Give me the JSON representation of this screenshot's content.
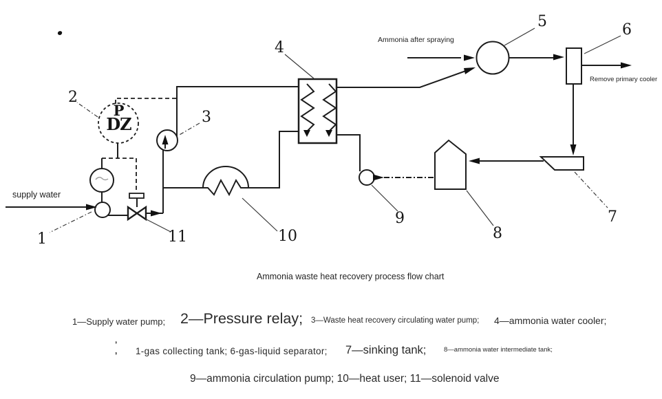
{
  "figure": {
    "caption": "Ammonia waste heat recovery process flow chart",
    "annotations": {
      "supply_water": "supply water",
      "ammonia_after_spraying": "Ammonia after spraying",
      "remove_primary_cooler": "Remove primary cooler"
    },
    "pressure_relay_text": {
      "line1": "P",
      "line2": "DZ"
    },
    "part_numbers": {
      "n1": "1",
      "n2": "2",
      "n3": "3",
      "n4": "4",
      "n5": "5",
      "n6": "6",
      "n7": "7",
      "n8": "8",
      "n9": "9",
      "n10": "10",
      "n11": "11"
    },
    "legend": {
      "line1": [
        {
          "text": "1—Supply water pump;"
        },
        {
          "text": "2—Pressure relay;"
        },
        {
          "text": "3—Waste heat recovery circulating water pump;"
        },
        {
          "text": "4—ammonia water cooler;"
        }
      ],
      "line2_damaged_mark": "’\n,",
      "line2": [
        {
          "text": "1-gas collecting tank; 6-gas-liquid separator;"
        },
        {
          "text": "7—sinking tank;"
        },
        {
          "text": "8—ammonia water intermediate tank;"
        }
      ],
      "line3": "9—ammonia circulation pump; 10—heat user; 11—solenoid valve"
    }
  }
}
